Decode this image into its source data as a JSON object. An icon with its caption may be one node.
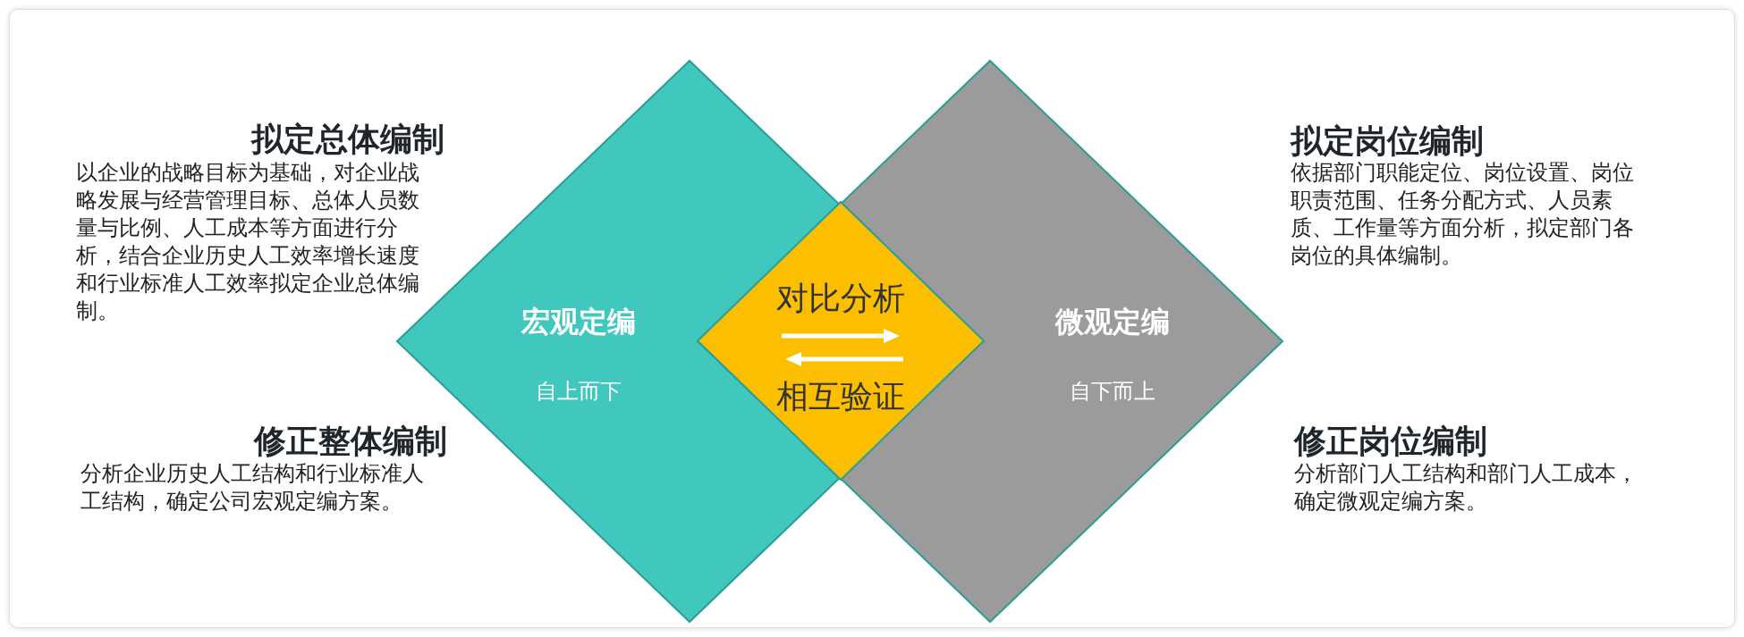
{
  "diagram": {
    "nodes": [
      {
        "text": [
          "宏观定编",
          "自上而下"
        ]
      },
      {
        "text": [
          "微观定编",
          "自下而上"
        ]
      },
      {
        "text": [
          "对比分析",
          "相互验证"
        ]
      }
    ],
    "labels": [
      "拟定总体编制",
      "以企业的战略目标为基础，对企业战略发展与经营管理目标、总体人员数量与比例、人工成本等方面进行分析，结合企业历史人工效率增长速度和行业标准人工效率拟定企业总体编制。",
      "拟定岗位编制",
      "依据部门职能定位、岗位设置、岗位职责范围、任务分配方式、人员素质、工作量等方面分析，拟定部门各岗位的具体编制。",
      "修正整体编制",
      "分析企业历史人工结构和行业标准人工结构，确定公司宏观定编方案。",
      "修正岗位编制",
      "分析部门人工结构和部门人工成本，确定微观定编方案。"
    ]
  }
}
